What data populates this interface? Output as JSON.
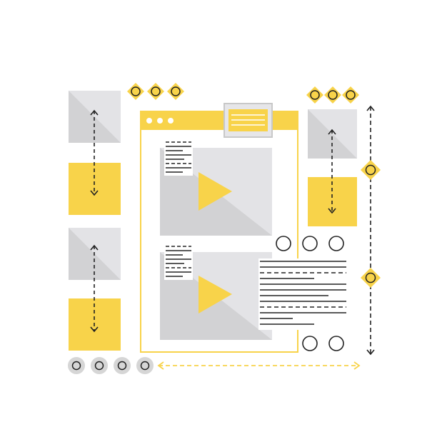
{
  "colors": {
    "accent_yellow": "#f8d34a",
    "block_gray": "#dcdcdc",
    "block_gray_light": "#e9e9ec",
    "line_dark": "#222222",
    "circle_gray": "#d6d6d6",
    "frame_gray": "#c8c8c8",
    "background": "#ffffff"
  },
  "icons": {
    "play": "play-icon",
    "vertical_arrow": "double-arrow-vertical-icon",
    "horizontal_arrow": "double-arrow-horizontal-icon",
    "diamond_node": "diamond-node-icon",
    "circle_node": "circle-node-icon",
    "window_dots": "window-dots-icon",
    "text_lines": "text-lines-icon"
  },
  "layout_description": {
    "left_column_blocks": [
      "gray",
      "yellow",
      "gray",
      "yellow"
    ],
    "right_column_blocks": [
      "gray",
      "yellow"
    ],
    "video_cards": 2,
    "bottom_gray_circles": 4,
    "top_left_diamonds": 3,
    "top_right_diamonds": 3
  }
}
